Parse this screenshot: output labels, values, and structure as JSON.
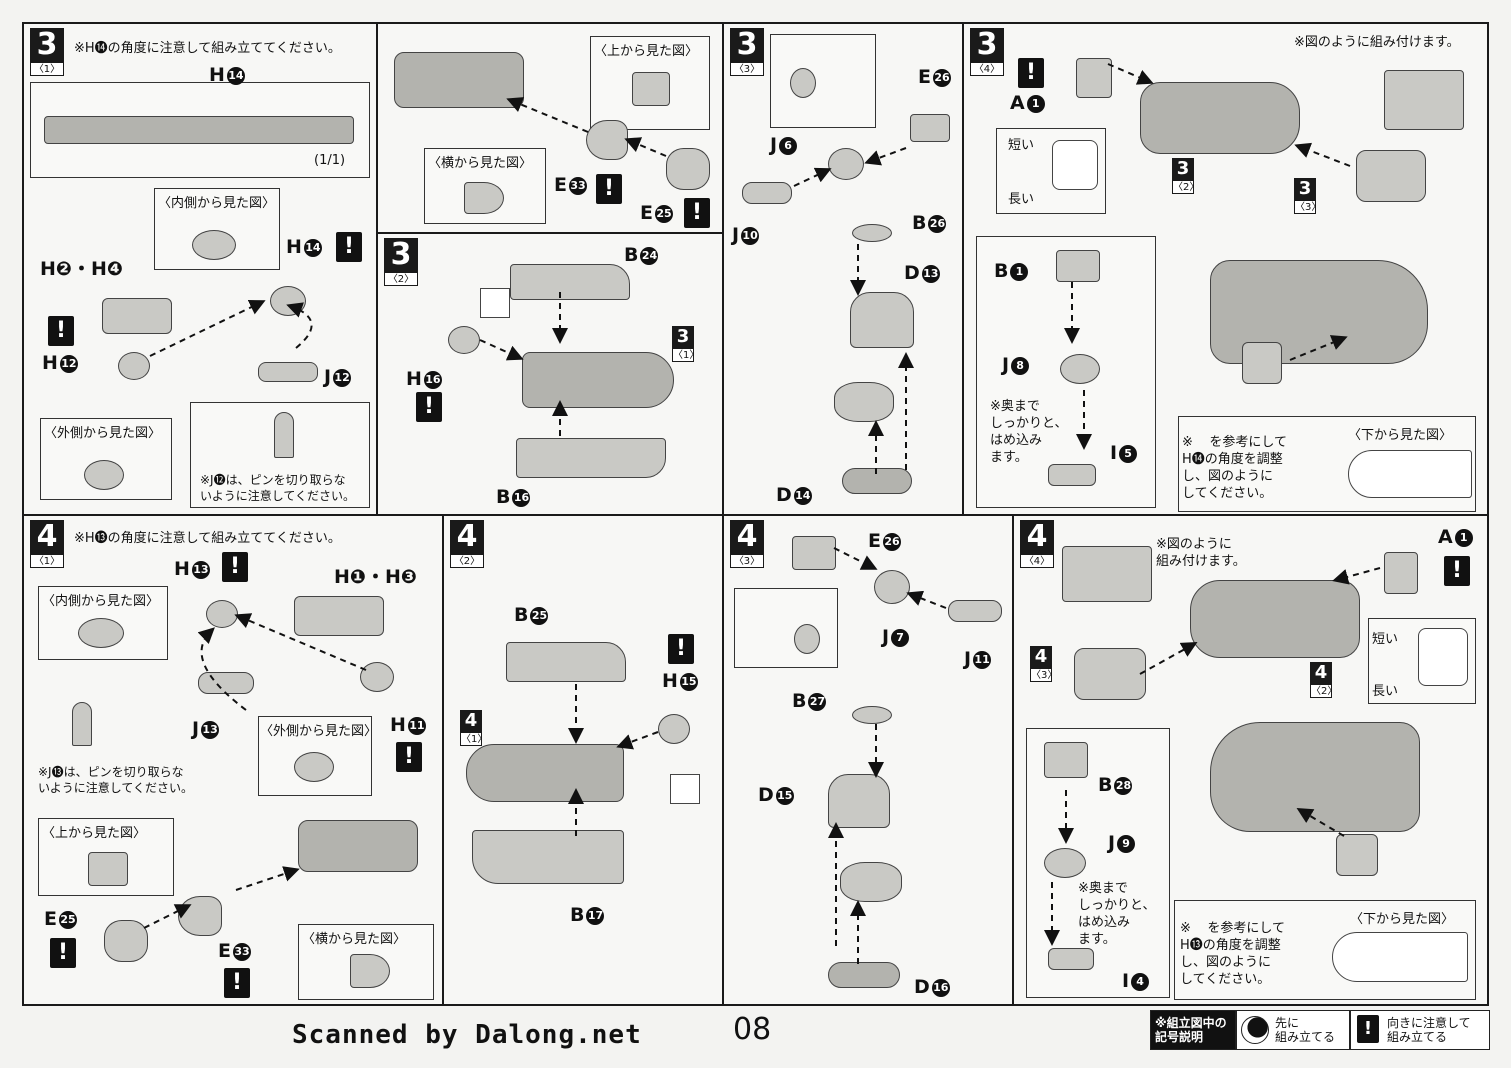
{
  "page_number": "08",
  "scan_credit": "Scanned by Dalong.net",
  "legend": {
    "title": "※組立図中の\n記号説明",
    "first_label": "先に\n組み立てる",
    "warn_label": "向きに注意して\n組み立てる"
  },
  "view_labels": {
    "top": "〈上から見た図〉",
    "side": "〈横から見た図〉",
    "inner": "〈内側から見た図〉",
    "outer": "〈外側から見た図〉",
    "bottom": "〈下から見た図〉",
    "short": "短い",
    "long": "長い"
  },
  "step3_1": {
    "num": "3",
    "sub": "〈1〉",
    "note": "※H⓮の角度に注意して組み立ててください。",
    "h14": "H",
    "h14n": "14",
    "count": "(1/1)",
    "h2h4": "H❷・H❹",
    "h12": "H",
    "h12n": "12",
    "j12": "J",
    "j12n": "12",
    "pin_note": "※J⓬は、ピンを切り取らな\nいように注意してください。",
    "e33": "E",
    "e33n": "33",
    "e25": "E",
    "e25n": "25"
  },
  "step3_2": {
    "num": "3",
    "sub": "〈2〉",
    "b24": "B",
    "b24n": "24",
    "h16": "H",
    "h16n": "16",
    "b16": "B",
    "b16n": "16",
    "ref": "3",
    "refsub": "〈1〉"
  },
  "step3_3": {
    "num": "3",
    "sub": "〈3〉",
    "e26": "E",
    "e26n": "26",
    "j6": "J",
    "j6n": "6",
    "j10": "J",
    "j10n": "10",
    "b26": "B",
    "b26n": "26",
    "d13": "D",
    "d13n": "13",
    "d14": "D",
    "d14n": "14"
  },
  "step3_4": {
    "num": "3",
    "sub": "〈4〉",
    "note": "※図のように組み付けます。",
    "a1": "A",
    "a1n": "1",
    "ref2": "3",
    "ref2sub": "〈2〉",
    "ref3": "3",
    "ref3sub": "〈3〉",
    "b1": "B",
    "b1n": "1",
    "j8": "J",
    "j8n": "8",
    "i5": "I",
    "i5n": "5",
    "deep_note": "※奥まで\nしっかりと、\nはめ込み\nます。",
    "ref_note": "※    を参考にして\nH⓮の角度を調整\nし、図のように\nしてください。"
  },
  "step4_1": {
    "num": "4",
    "sub": "〈1〉",
    "note": "※H⓭の角度に注意して組み立ててください。",
    "h13": "H",
    "h13n": "13",
    "h1h3": "H❶・H❸",
    "j13": "J",
    "j13n": "13",
    "h11": "H",
    "h11n": "11",
    "pin_note": "※J⓭は、ピンを切り取らな\nいように注意してください。",
    "e25": "E",
    "e25n": "25",
    "e33": "E",
    "e33n": "33"
  },
  "step4_2": {
    "num": "4",
    "sub": "〈2〉",
    "b25": "B",
    "b25n": "25",
    "h15": "H",
    "h15n": "15",
    "b17": "B",
    "b17n": "17",
    "ref": "4",
    "refsub": "〈1〉"
  },
  "step4_3": {
    "num": "4",
    "sub": "〈3〉",
    "e26": "E",
    "e26n": "26",
    "j7": "J",
    "j7n": "7",
    "j11": "J",
    "j11n": "11",
    "b27": "B",
    "b27n": "27",
    "d15": "D",
    "d15n": "15",
    "d16": "D",
    "d16n": "16"
  },
  "step4_4": {
    "num": "4",
    "sub": "〈4〉",
    "note": "※図のように\n組み付けます。",
    "a1": "A",
    "a1n": "1",
    "ref3": "4",
    "ref3sub": "〈3〉",
    "ref2": "4",
    "ref2sub": "〈2〉",
    "b28": "B",
    "b28n": "28",
    "j9": "J",
    "j9n": "9",
    "i4": "I",
    "i4n": "4",
    "deep_note": "※奥まで\nしっかりと、\nはめ込み\nます。",
    "ref_note": "※    を参考にして\nH⓭の角度を調整\nし、図のように\nしてください。"
  }
}
